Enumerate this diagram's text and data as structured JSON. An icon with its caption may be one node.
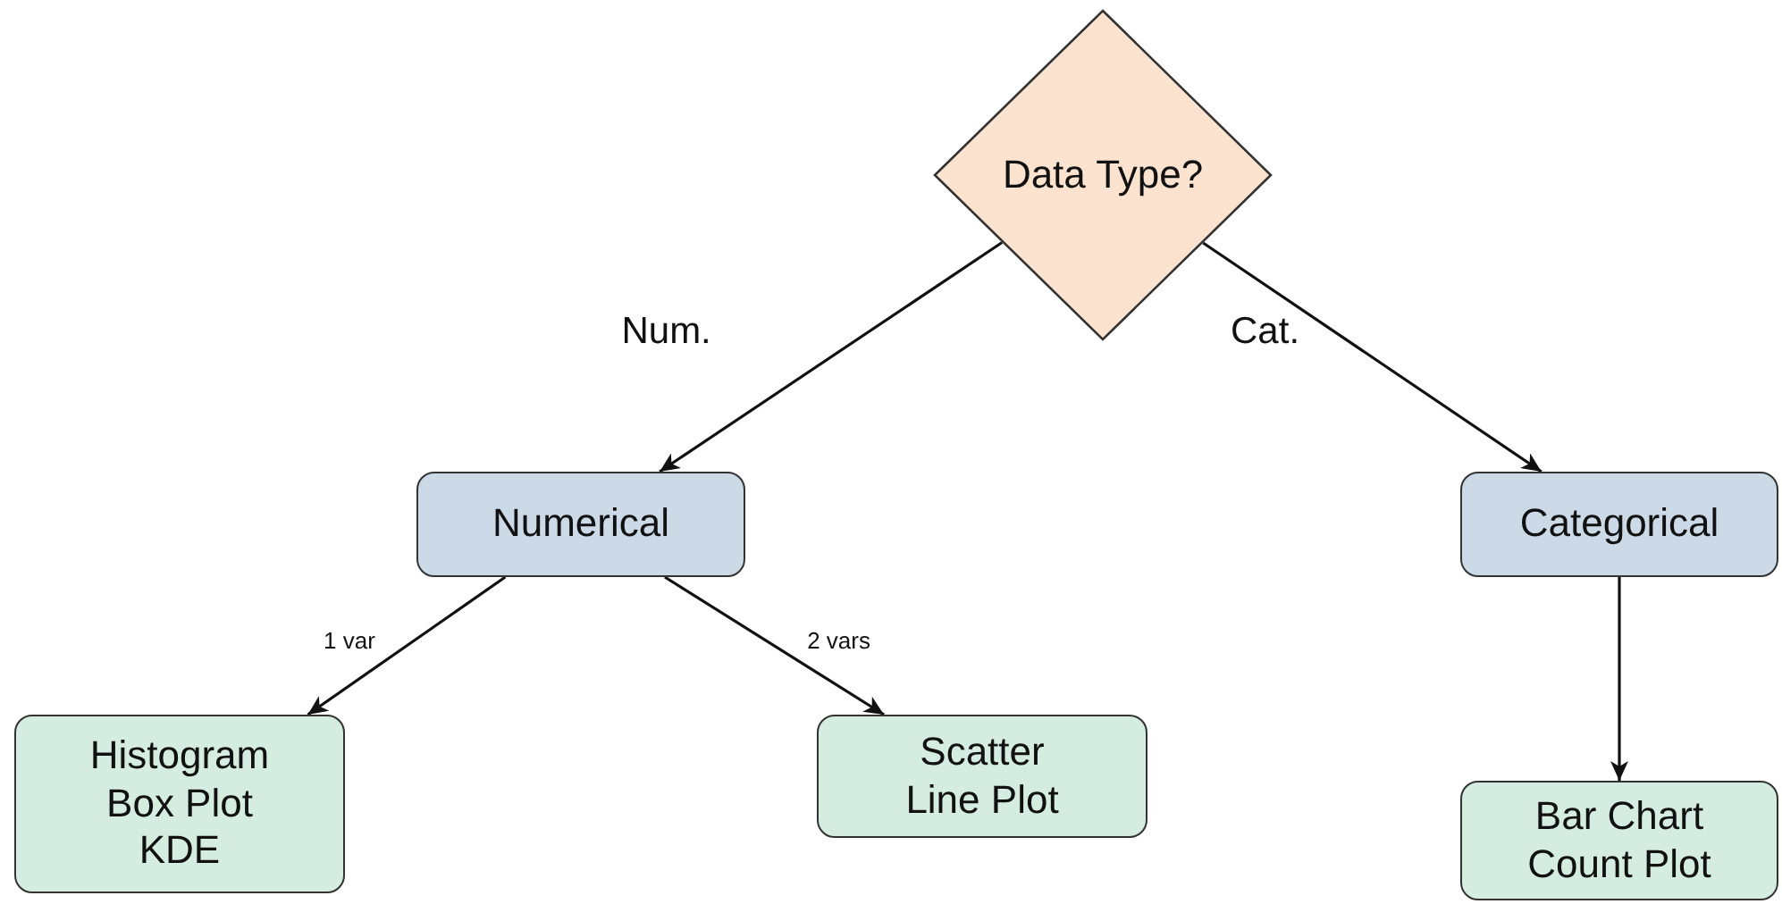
{
  "diagram": {
    "nodes": [
      {
        "text": [
          "Data Type?"
        ]
      },
      {
        "text": [
          "Numerical"
        ]
      },
      {
        "text": [
          "Categorical"
        ]
      },
      {
        "text": [
          "Histogram Box Plot KDE"
        ]
      },
      {
        "text": [
          "Scatter Line Plot"
        ]
      },
      {
        "text": [
          "Bar Chart Count Plot"
        ]
      }
    ],
    "edges": [
      {
        "from": 0,
        "to": 1,
        "arrow": "to",
        "label": "Num."
      },
      {
        "from": 0,
        "to": 2,
        "arrow": "to",
        "label": "Cat."
      },
      {
        "from": 1,
        "to": 3,
        "arrow": "to",
        "label": "1 var"
      },
      {
        "from": 1,
        "to": 4,
        "arrow": "to",
        "label": "2 vars"
      },
      {
        "from": 2,
        "to": 5,
        "arrow": "to"
      }
    ]
  }
}
